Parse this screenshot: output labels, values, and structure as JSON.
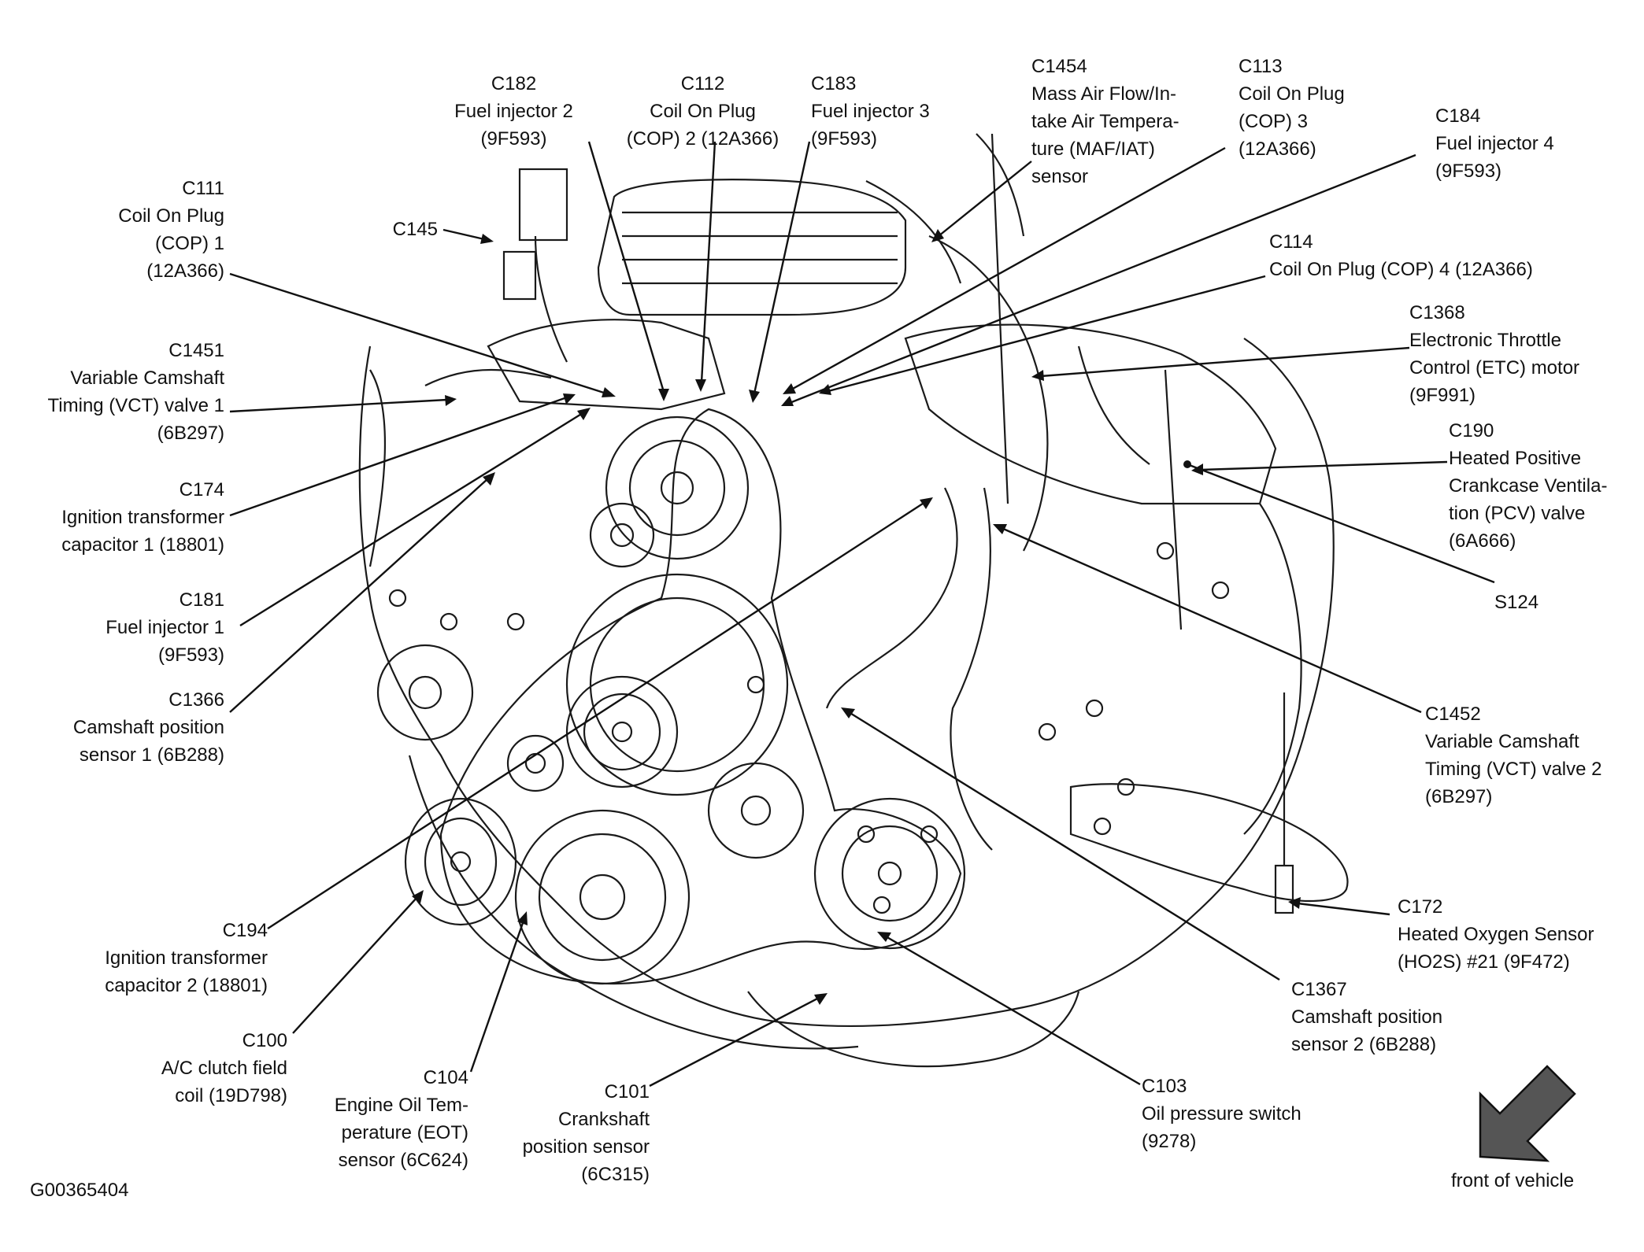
{
  "figure_id": "G00365404",
  "orientation_label": "front of vehicle",
  "callouts": [
    {
      "id": "c182",
      "lines": [
        "C182",
        "Fuel injector 2",
        "(9F593)"
      ]
    },
    {
      "id": "c112",
      "lines": [
        "C112",
        "Coil On Plug",
        "(COP) 2 (12A366)"
      ]
    },
    {
      "id": "c183",
      "lines": [
        "C183",
        "Fuel injector 3",
        "(9F593)"
      ]
    },
    {
      "id": "c1454",
      "lines": [
        "C1454",
        "Mass Air Flow/In-",
        "take Air Tempera-",
        "ture (MAF/IAT)",
        "sensor"
      ]
    },
    {
      "id": "c113",
      "lines": [
        "C113",
        "Coil On Plug",
        "(COP) 3",
        "(12A366)"
      ]
    },
    {
      "id": "c184",
      "lines": [
        "C184",
        "Fuel injector 4",
        "(9F593)"
      ]
    },
    {
      "id": "c111",
      "lines": [
        "C111",
        "Coil On Plug",
        "(COP) 1",
        "(12A366)"
      ]
    },
    {
      "id": "c145",
      "lines": [
        "C145"
      ]
    },
    {
      "id": "c114",
      "lines": [
        "C114",
        "Coil On Plug (COP) 4 (12A366)"
      ]
    },
    {
      "id": "c1368",
      "lines": [
        "C1368",
        "Electronic Throttle",
        "Control (ETC) motor",
        "(9F991)"
      ]
    },
    {
      "id": "c1451",
      "lines": [
        "C1451",
        "Variable Camshaft",
        "Timing (VCT) valve 1",
        "(6B297)"
      ]
    },
    {
      "id": "c190",
      "lines": [
        "C190",
        "Heated Positive",
        "Crankcase Ventila-",
        "tion (PCV) valve",
        "(6A666)"
      ]
    },
    {
      "id": "c174",
      "lines": [
        "C174",
        "Ignition transformer",
        "capacitor 1 (18801)"
      ]
    },
    {
      "id": "s124",
      "lines": [
        "S124"
      ]
    },
    {
      "id": "c181",
      "lines": [
        "C181",
        "Fuel injector 1",
        "(9F593)"
      ]
    },
    {
      "id": "c1366",
      "lines": [
        "C1366",
        "Camshaft position",
        "sensor 1 (6B288)"
      ]
    },
    {
      "id": "c1452",
      "lines": [
        "C1452",
        "Variable Camshaft",
        "Timing (VCT) valve 2",
        "(6B297)"
      ]
    },
    {
      "id": "c172",
      "lines": [
        "C172",
        "Heated Oxygen Sensor",
        "(HO2S) #21 (9F472)"
      ]
    },
    {
      "id": "c194",
      "lines": [
        "C194",
        "Ignition transformer",
        "capacitor 2 (18801)"
      ]
    },
    {
      "id": "c1367",
      "lines": [
        "C1367",
        "Camshaft position",
        "sensor 2 (6B288)"
      ]
    },
    {
      "id": "c100",
      "lines": [
        "C100",
        "A/C clutch field",
        "coil (19D798)"
      ]
    },
    {
      "id": "c104",
      "lines": [
        "C104",
        "Engine Oil Tem-",
        "perature (EOT)",
        "sensor (6C624)"
      ]
    },
    {
      "id": "c101",
      "lines": [
        "C101",
        "Crankshaft",
        "position sensor",
        "(6C315)"
      ]
    },
    {
      "id": "c103",
      "lines": [
        "C103",
        "Oil pressure switch",
        "(9278)"
      ]
    }
  ]
}
